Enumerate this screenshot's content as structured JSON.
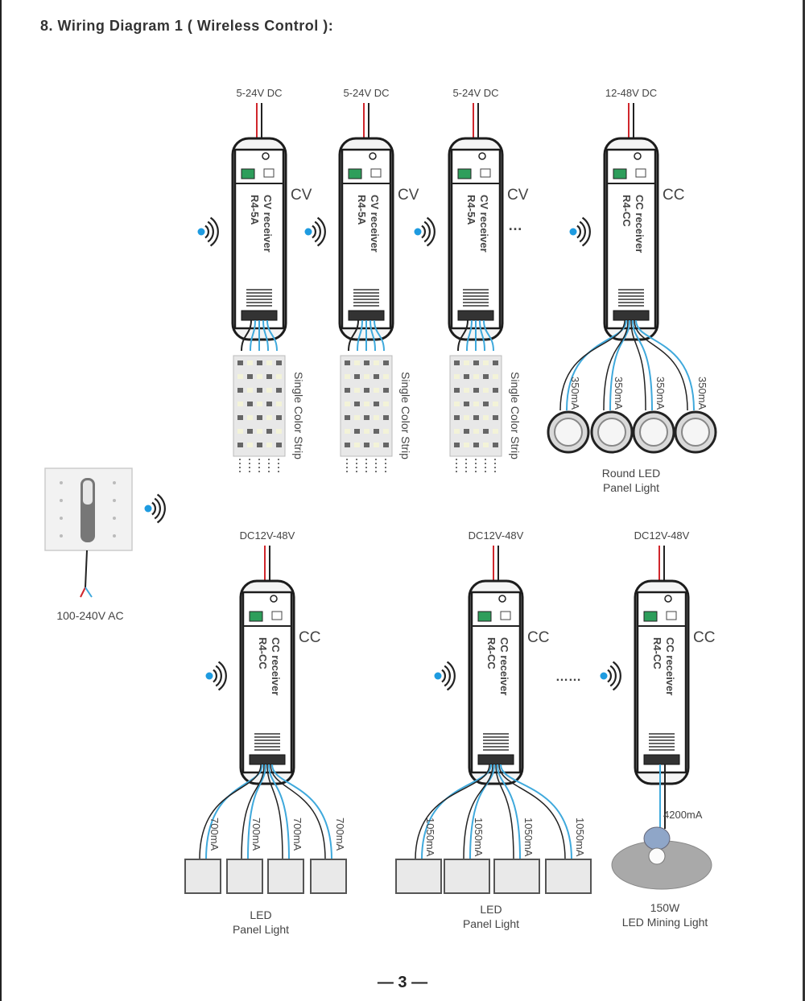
{
  "page": {
    "title": "8. Wiring Diagram 1 ( Wireless Control ):",
    "page_number": "— 3 —"
  },
  "remote": {
    "supply_label": "100-240V AC"
  },
  "top_row": [
    {
      "supply": "5-24V DC",
      "type_label": "CV",
      "device_name": "CV receiver",
      "model": "R4-5A",
      "load": "strip",
      "load_label": "Single Color Strip",
      "trailing": ""
    },
    {
      "supply": "5-24V DC",
      "type_label": "CV",
      "device_name": "CV receiver",
      "model": "R4-5A",
      "load": "strip",
      "load_label": "Single Color Strip",
      "trailing": ""
    },
    {
      "supply": "5-24V DC",
      "type_label": "CV",
      "device_name": "CV receiver",
      "model": "R4-5A",
      "load": "strip",
      "load_label": "Single Color Strip",
      "trailing": "…"
    },
    {
      "supply": "12-48V DC",
      "type_label": "CC",
      "device_name": "CC receiver",
      "model": "R4-CC",
      "load": "round",
      "load_label_lines": [
        "Round LED",
        "Panel Light"
      ],
      "currents": [
        "350mA",
        "350mA",
        "350mA",
        "350mA"
      ]
    }
  ],
  "bottom_row": [
    {
      "supply": "DC12V-48V",
      "type_label": "CC",
      "device_name": "CC receiver",
      "model": "R4-CC",
      "load": "panel",
      "load_label_lines": [
        "LED",
        "Panel Light"
      ],
      "currents": [
        "700mA",
        "700mA",
        "700mA",
        "700mA"
      ]
    },
    {
      "supply": "DC12V-48V",
      "type_label": "CC",
      "device_name": "CC receiver",
      "model": "R4-CC",
      "load": "panel",
      "load_label_lines": [
        "LED",
        "Panel Light"
      ],
      "currents": [
        "1050mA",
        "1050mA",
        "1050mA",
        "1050mA"
      ]
    },
    {
      "supply": "DC12V-48V",
      "type_label": "CC",
      "device_name": "CC receiver",
      "model": "R4-CC",
      "load": "mining",
      "load_label_lines": [
        "150W",
        "LED Mining Light"
      ],
      "currents": [
        "4200mA"
      ]
    }
  ],
  "separator_dots": "……",
  "colors": {
    "wire_blue": "#3fa9dc",
    "wire_black": "#222222",
    "wire_red": "#d0262c",
    "terminal_green": "#2e9e5b",
    "wifi_dot": "#1e9be0"
  }
}
